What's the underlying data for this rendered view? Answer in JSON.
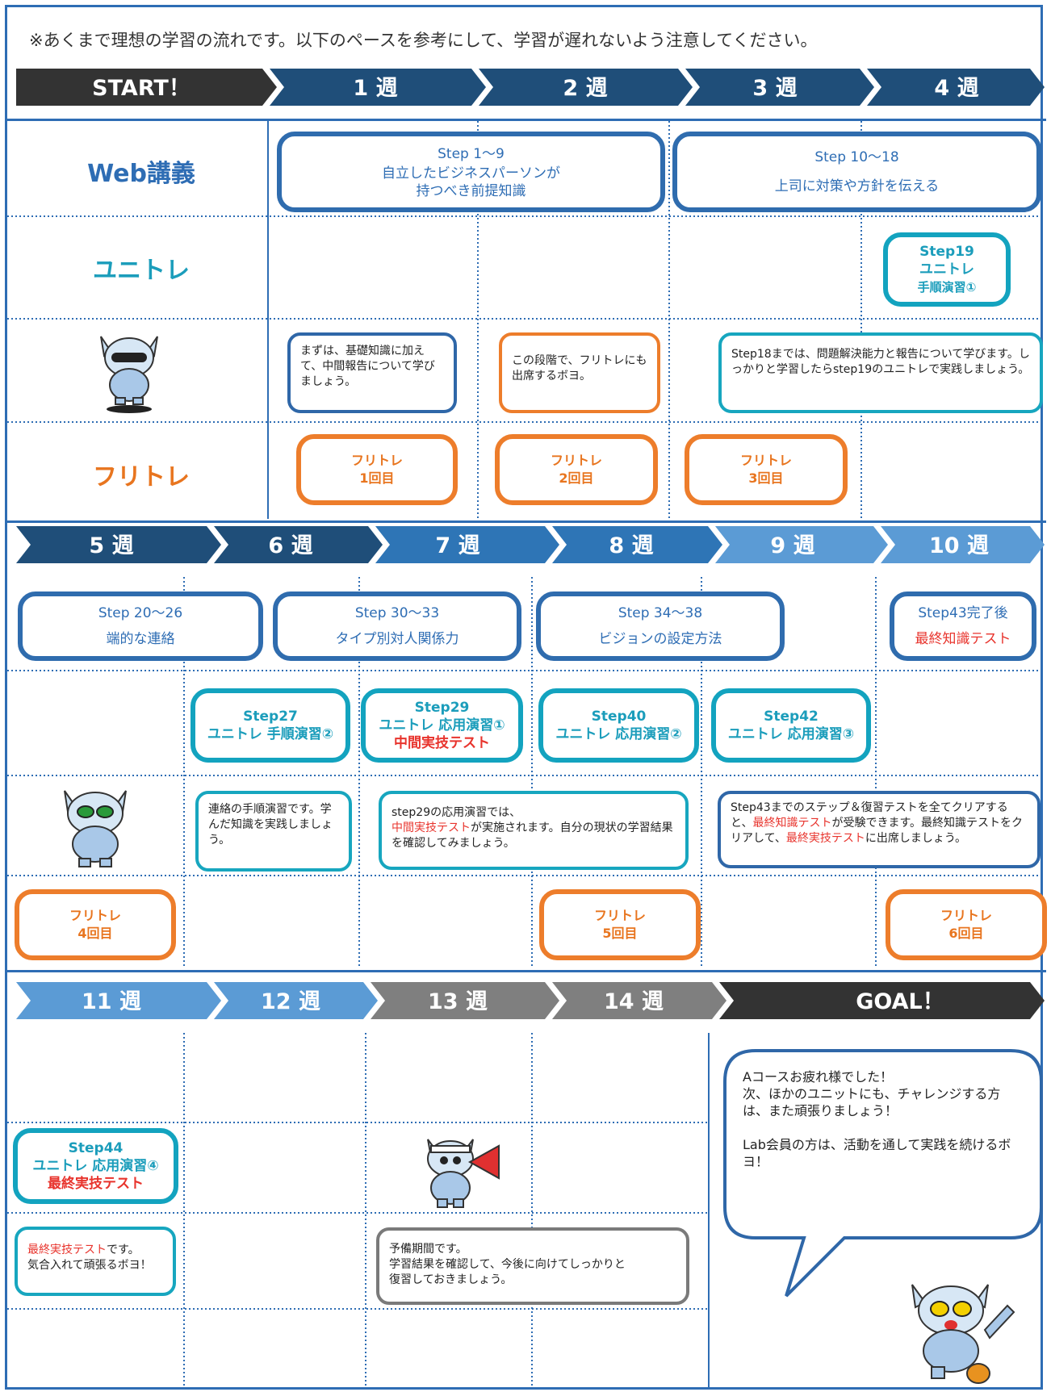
{
  "note": "※あくまで理想の学習の流れです。以下のペースを参考にして、学習が遅れないよう注意してください。",
  "timeline1": [
    "START！",
    "1 週",
    "2 週",
    "3 週",
    "4 週"
  ],
  "timeline2": [
    "5 週",
    "6 週",
    "7 週",
    "8 週",
    "9 週",
    "10 週"
  ],
  "timeline3": [
    "11 週",
    "12 週",
    "13 週",
    "14 週",
    "GOAL！"
  ],
  "colors": {
    "navy": "#1f4e79",
    "dark": "#333333",
    "mid": "#2e75b6",
    "light": "#5b9bd5",
    "gray": "#7f7f7f",
    "border": "#2e6db4",
    "teal": "#13a3bf",
    "orange": "#ed7d2b",
    "red": "#e8342d"
  },
  "rows": {
    "web": "Web講義",
    "unitore": "ユニトレ",
    "furitore": "フリトレ"
  },
  "s1": {
    "web1": {
      "l1": "Step 1〜9",
      "l2": "自立したビジネスパーソンが",
      "l3": "持つべき前提知識"
    },
    "web2": {
      "l1": "Step 10〜18",
      "l2": "上司に対策や方針を伝える"
    },
    "uni1": {
      "l1": "Step19",
      "l2": "ユニトレ",
      "l3": "手順演習①"
    },
    "bubble1": "まずは、基礎知識に加えて、中間報告について学びましょう。",
    "bubble2": "この段階で、フリトレにも出席するボヨ。",
    "bubble3": "Step18までは、問題解決能力と報告について学びます。しっかりと学習したらstep19のユニトレで実践しましょう。",
    "fre1": {
      "l1": "フリトレ",
      "l2": "1回目"
    },
    "fre2": {
      "l1": "フリトレ",
      "l2": "2回目"
    },
    "fre3": {
      "l1": "フリトレ",
      "l2": "3回目"
    }
  },
  "s2": {
    "web1": {
      "l1": "Step 20〜26",
      "l2": "端的な連絡"
    },
    "web2": {
      "l1": "Step 30〜33",
      "l2": "タイプ別対人関係力"
    },
    "web3": {
      "l1": "Step 34〜38",
      "l2": "ビジョンの設定方法"
    },
    "web4": {
      "l1": "Step43完了後",
      "l2": "最終知識テスト"
    },
    "uni1": {
      "l1": "Step27",
      "l2": "ユニトレ 手順演習②"
    },
    "uni2": {
      "l1": "Step29",
      "l2": "ユニトレ 応用演習①",
      "l3": "中間実技テスト"
    },
    "uni3": {
      "l1": "Step40",
      "l2": "ユニトレ 応用演習②"
    },
    "uni4": {
      "l1": "Step42",
      "l2": "ユニトレ 応用演習③"
    },
    "bubble1": "連絡の手順演習です。学んだ知識を実践しましょう。",
    "bubble2": {
      "a": "step29の応用演習では、",
      "b": "中間実技テスト",
      "c": "が実施されます。自分の現状の学習結果を確認してみましょう。"
    },
    "bubble3": {
      "a": "Step43までのステップ＆復習テストを全てクリアすると、",
      "b": "最終知識テスト",
      "c": "が受験できます。最終知識テストをクリアして、",
      "d": "最終実技テスト",
      "e": "に出席しましょう。"
    },
    "fre4": {
      "l1": "フリトレ",
      "l2": "4回目"
    },
    "fre5": {
      "l1": "フリトレ",
      "l2": "5回目"
    },
    "fre6": {
      "l1": "フリトレ",
      "l2": "6回目"
    }
  },
  "s3": {
    "uni1": {
      "l1": "Step44",
      "l2": "ユニトレ 応用演習④",
      "l3": "最終実技テスト"
    },
    "bubble1": {
      "a": "最終実技テスト",
      "b": "です。",
      "c": "気合入れて頑張るボヨ！"
    },
    "bubble2": {
      "l1": "予備期間です。",
      "l2": "学習結果を確認して、今後に向けてしっかりと",
      "l3": "復習しておきましょう。"
    },
    "bubble3": {
      "p1a": "Aコースお疲れ様でした！",
      "p1b": "次、ほかのユニットにも、チャレンジする方は、また頑張りましょう！",
      "p2": "Lab会員の方は、活動を通して実践を続けるボヨ！"
    }
  }
}
